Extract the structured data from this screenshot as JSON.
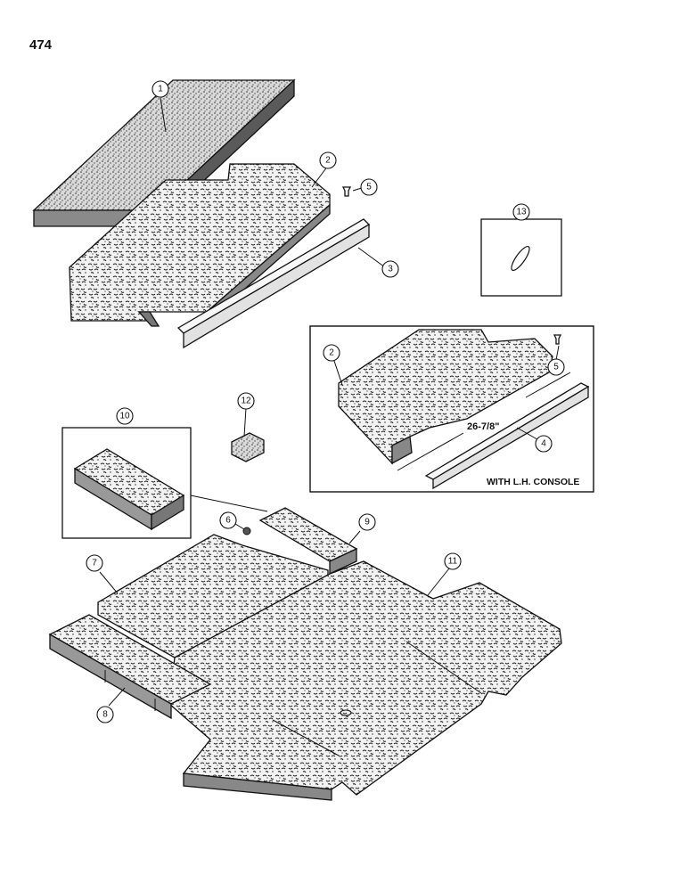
{
  "page": {
    "number": "474"
  },
  "callouts": {
    "c1": "1",
    "c2": "2",
    "c3": "3",
    "c4": "4",
    "c5": "5",
    "c6": "6",
    "c7": "7",
    "c8": "8",
    "c9": "9",
    "c10": "10",
    "c11": "11",
    "c12": "12",
    "c13": "13"
  },
  "inset_console": {
    "dimension": "26-7/8\"",
    "note": "WITH L.H. CONSOLE"
  },
  "colors": {
    "line": "#111111",
    "paper": "#ffffff"
  }
}
